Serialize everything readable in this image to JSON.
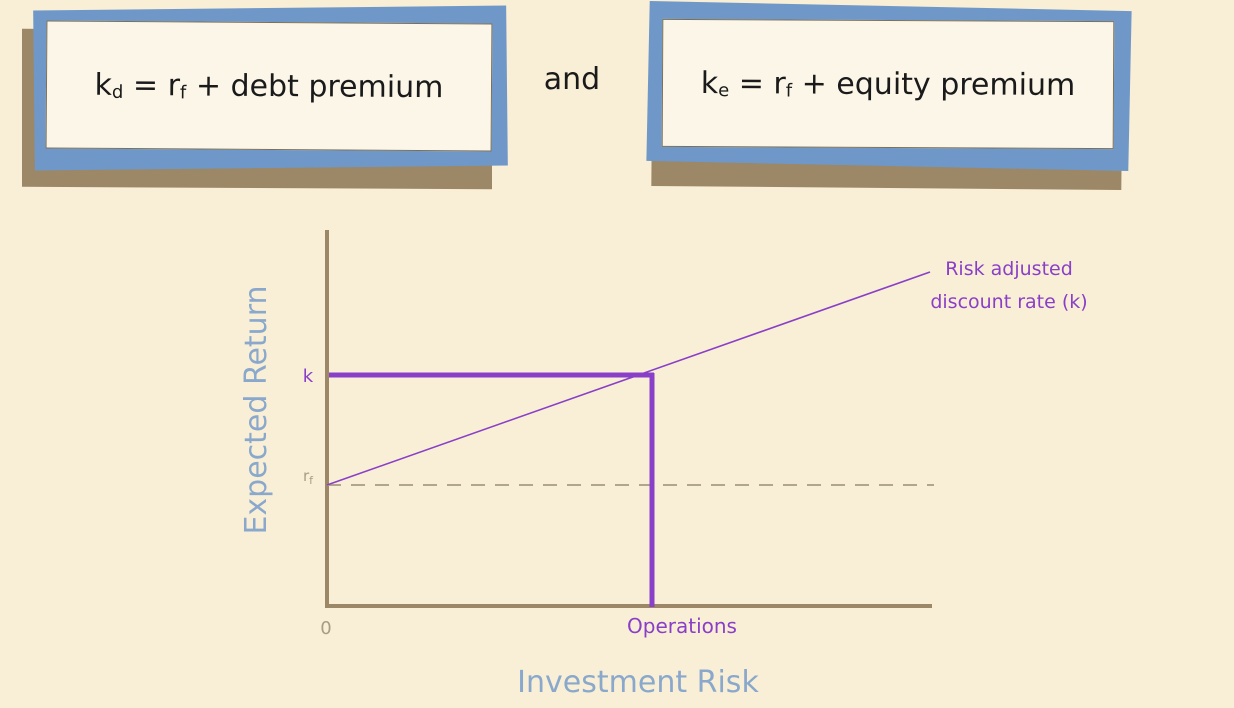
{
  "equations": {
    "debt": {
      "lhs": "k",
      "lhs_sub": "d",
      "eq": "=",
      "rf": "r",
      "rf_sub": "f",
      "rest": "+ debt premium"
    },
    "conj": "and",
    "equity": {
      "lhs": "k",
      "lhs_sub": "e",
      "eq": "=",
      "rf": "r",
      "rf_sub": "f",
      "rest": "+ equity premium"
    }
  },
  "chart_data": {
    "type": "line",
    "xlabel": "Investment Risk",
    "ylabel": "Expected Return",
    "x_ticks": [
      "0",
      "Operations"
    ],
    "y_ticks": [
      "k",
      "rf"
    ],
    "series": [
      {
        "name": "Risk adjusted discount rate (k)",
        "x": [
          0,
          1
        ],
        "y": [
          0,
          1
        ]
      }
    ],
    "annotations": {
      "line_label_1": "Risk adjusted",
      "line_label_2": "discount rate (k)",
      "rf_line": "dashed horizontal at rf"
    },
    "operations_point": {
      "x": 0.538,
      "y": 0.346
    }
  },
  "colors": {
    "background": "#f8efd6",
    "frame_blue": "#6f98c9",
    "shadow_tan": "#9c8766",
    "axis": "#9c8766",
    "purple": "#8a3fc8",
    "axis_label_blue": "#8aa8cc",
    "tick_gray": "#a89c86"
  }
}
